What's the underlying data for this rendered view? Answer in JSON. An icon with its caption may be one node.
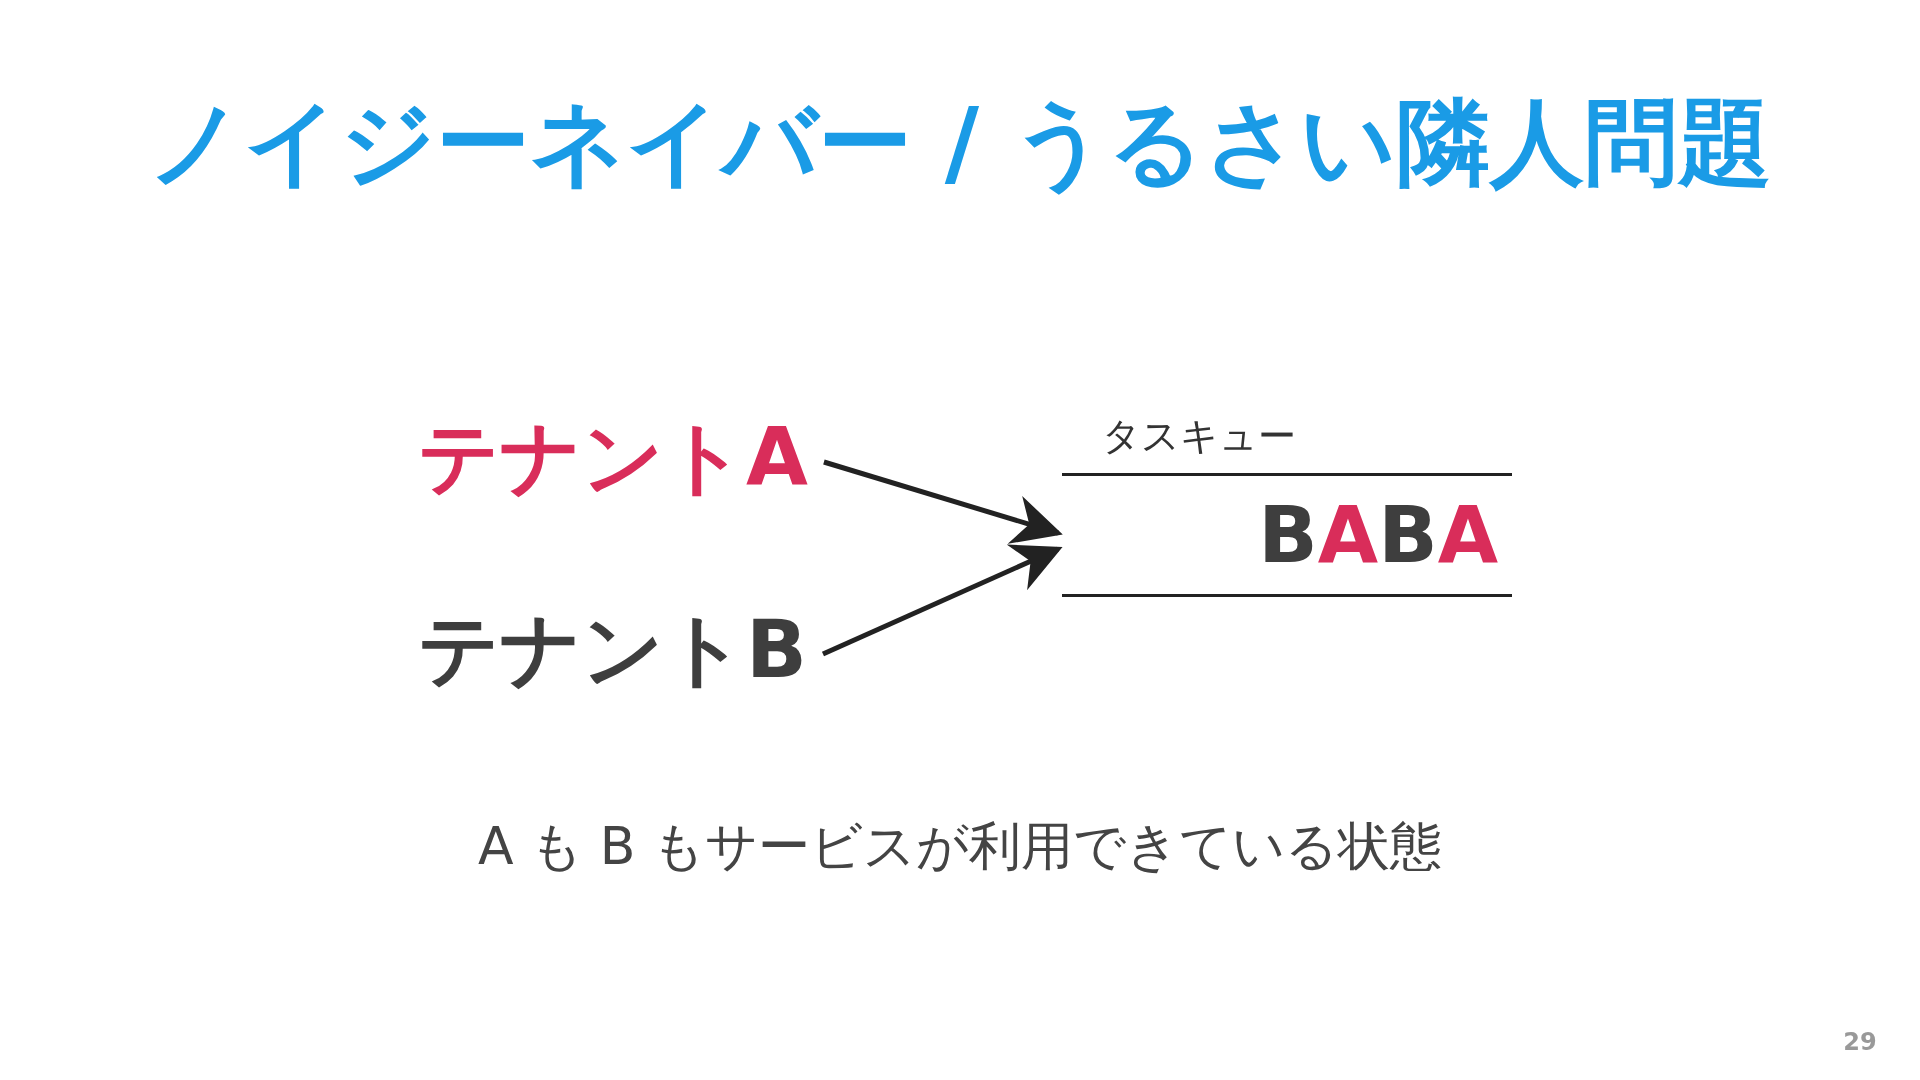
{
  "diagram": {
    "title": "ノイジーネイバー / うるさい隣人問題",
    "nodes": [
      {
        "text": [
          "テナントA"
        ]
      },
      {
        "text": [
          "テナントB"
        ]
      },
      {
        "text": [
          "タスキュー"
        ]
      },
      {
        "text": [
          "B"
        ],
        "in": 2
      },
      {
        "text": [
          "A"
        ],
        "in": 2
      },
      {
        "text": [
          "B"
        ],
        "in": 2
      },
      {
        "text": [
          "A"
        ],
        "in": 2
      }
    ],
    "edges": [
      {
        "from": 0,
        "to": 2,
        "arrow": "to"
      },
      {
        "from": 1,
        "to": 2,
        "arrow": "to"
      }
    ],
    "labels": [
      "A も B もサービスが利用できている状態",
      "29"
    ]
  }
}
